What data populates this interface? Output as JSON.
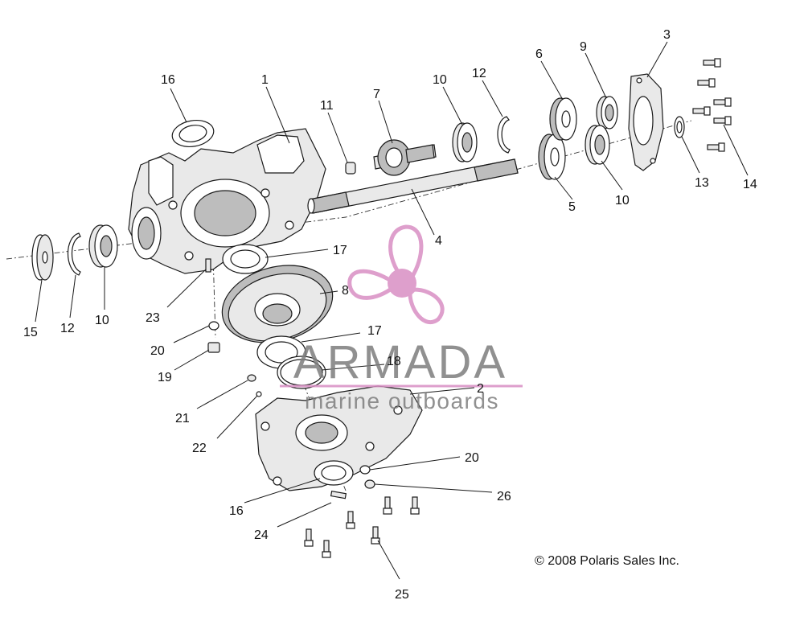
{
  "watermark": {
    "brand": "ARMADA",
    "tagline": "marine outboards",
    "logo_color": "#d98fc4"
  },
  "copyright": "© 2008 Polaris Sales Inc.",
  "callouts": {
    "c1": "1",
    "c2": "2",
    "c3": "3",
    "c4": "4",
    "c5": "5",
    "c6": "6",
    "c7": "7",
    "c8": "8",
    "c9": "9",
    "c10a": "10",
    "c10b": "10",
    "c10c": "10",
    "c11": "11",
    "c12a": "12",
    "c12b": "12",
    "c13": "13",
    "c14": "14",
    "c15": "15",
    "c16a": "16",
    "c16b": "16",
    "c17a": "17",
    "c17b": "17",
    "c18": "18",
    "c19": "19",
    "c20a": "20",
    "c20b": "20",
    "c21": "21",
    "c22": "22",
    "c23": "23",
    "c24": "24",
    "c25": "25",
    "c26": "26"
  }
}
